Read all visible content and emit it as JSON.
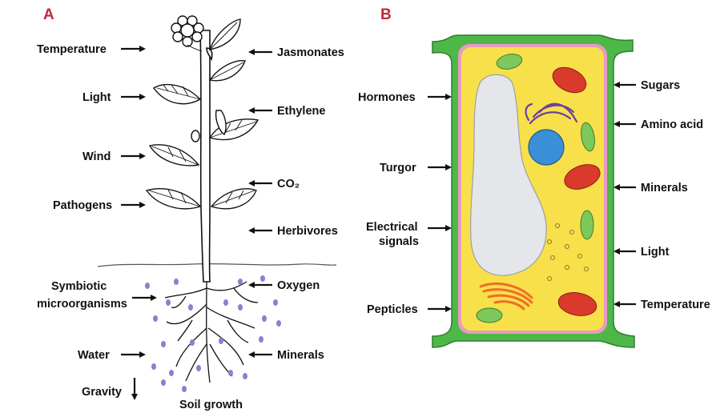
{
  "panels": {
    "a": {
      "letter": "A",
      "labels_left": {
        "temperature": "Temperature",
        "light": "Light",
        "wind": "Wind",
        "pathogens": "Pathogens",
        "symbiotic_line1": "Symbiotic",
        "symbiotic_line2": "microorganisms",
        "water": "Water",
        "gravity": "Gravity"
      },
      "labels_right": {
        "jasmonates": "Jasmonates",
        "ethylene": "Ethylene",
        "co2": "CO₂",
        "herbivores": "Herbivores",
        "oxygen": "Oxygen",
        "minerals": "Minerals"
      },
      "bottom_label": "Soil growth"
    },
    "b": {
      "letter": "B",
      "labels_left": {
        "hormones": "Hormones",
        "turgor": "Turgor",
        "electrical_line1": "Electrical",
        "electrical_line2": "signals",
        "pepticles": "Pepticles"
      },
      "labels_right": {
        "sugars": "Sugars",
        "amino_acid": "Amino acid",
        "minerals": "Minerals",
        "light": "Light",
        "temperature": "Temperature"
      }
    }
  },
  "colors": {
    "panel_letter": "#c0273a",
    "cell_wall": "#4db848",
    "cytoplasm": "#f8e04a",
    "membrane": "#e79ac4",
    "vacuole": "#e4e6ea",
    "nucleus": "#3b8fd6",
    "chloroplast_red": "#d93a2b",
    "chloroplast_green": "#7cc85a",
    "golgi": "#f06d2a",
    "er": "#6a3fa0",
    "soil_particles": "#8b80cf"
  }
}
